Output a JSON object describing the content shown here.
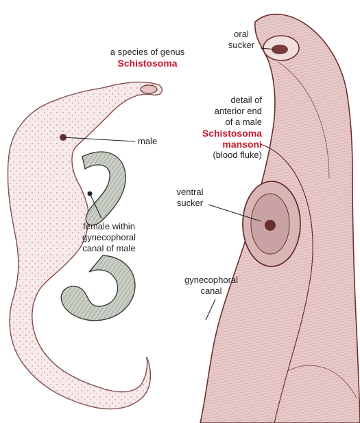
{
  "colors": {
    "body_fill": "#f2d9d9",
    "body_stroke": "#6b2e2e",
    "female_fill": "#c9cfc4",
    "highlight_red": "#c8192e",
    "leader": "#222222"
  },
  "labels": {
    "species": {
      "line1": "a species of genus",
      "line2": "Schistosoma"
    },
    "oral_sucker": {
      "line1": "oral",
      "line2": "sucker"
    },
    "detail": {
      "line1": "detail of",
      "line2": "anterior end",
      "line3": "of a male",
      "line4": "Schistosoma",
      "line5": "mansoni",
      "line6": "(blood fluke)"
    },
    "male": "male",
    "ventral_sucker": {
      "line1": "ventral",
      "line2": "sucker"
    },
    "female": {
      "line1": "female within",
      "line2": "gynecophoral",
      "line3": "canal of male"
    },
    "gyneco_canal": {
      "line1": "gynecophoral",
      "line2": "canal"
    }
  }
}
